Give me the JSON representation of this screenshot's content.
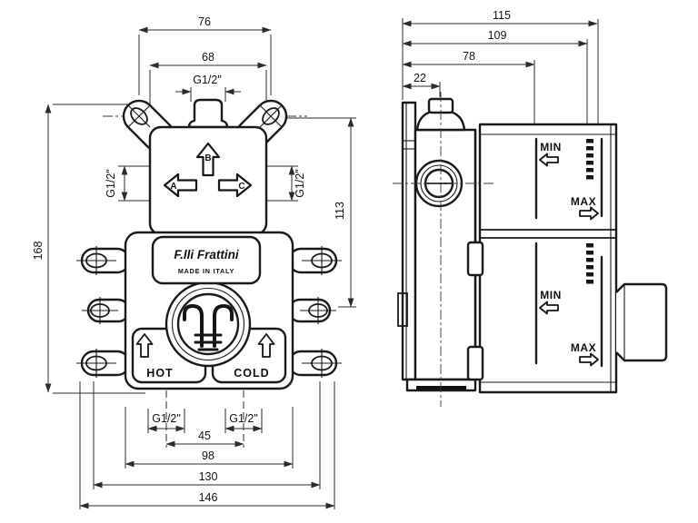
{
  "front_view": {
    "dim_top_width_outer": "76",
    "dim_top_width_inner": "68",
    "dim_thread_top": "G1/2\"",
    "dim_thread_left": "G1/2\"",
    "dim_thread_right": "G1/2\"",
    "dim_height_total": "168",
    "dim_height_right": "113",
    "dim_thread_hot": "G1/2\"",
    "dim_thread_cold": "G1/2\"",
    "dim_inlet_spacing": "45",
    "dim_body_width": "98",
    "dim_tab_spacing": "130",
    "dim_total_width": "146",
    "outlet_a": "A",
    "outlet_b": "B",
    "outlet_c": "C",
    "hot_label": "HOT",
    "cold_label": "COLD",
    "brand": "F.lli Frattini",
    "made_in": "MADE IN ITALY"
  },
  "side_view": {
    "dim_depth_total": "115",
    "dim_depth_max": "109",
    "dim_depth_mid": "78",
    "dim_port_offset": "22",
    "min_upper": "MIN",
    "max_upper": "MAX",
    "min_lower": "MIN",
    "max_lower": "MAX"
  },
  "colors": {
    "line": "#1a1a1a",
    "background": "#ffffff"
  }
}
